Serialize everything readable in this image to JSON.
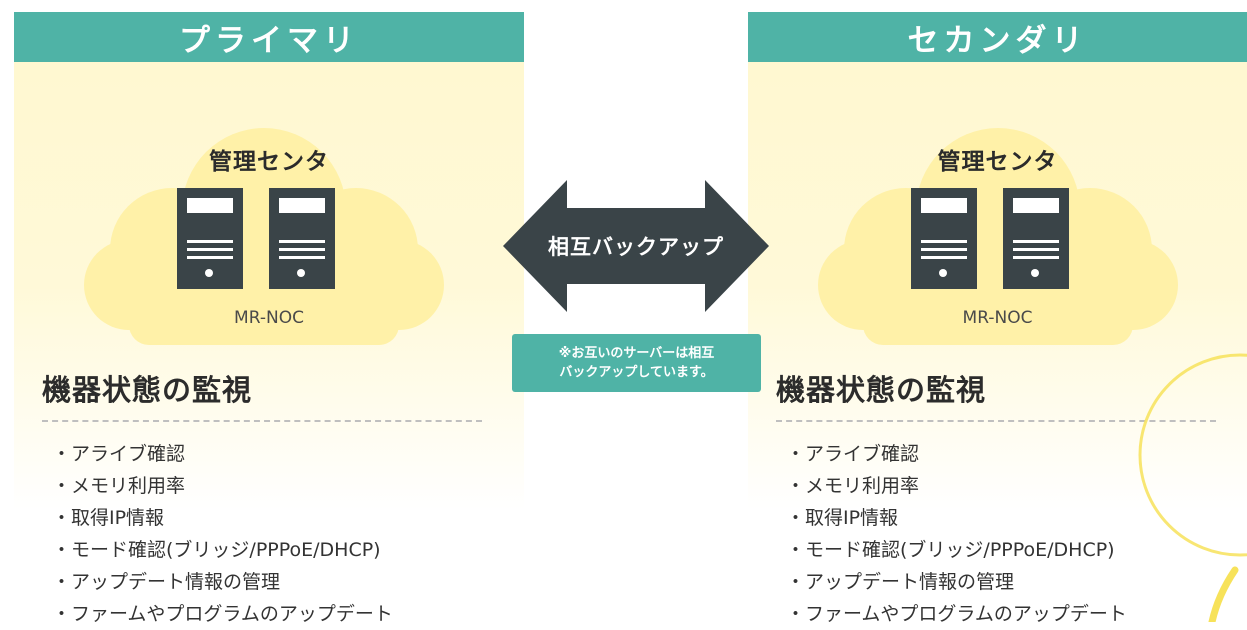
{
  "primary": {
    "header": "プライマリ",
    "center_label": "管理センタ",
    "noc_label": "MR-NOC",
    "section_title": "機器状態の監視",
    "features": [
      "・アライブ確認",
      "・メモリ利用率",
      "・取得IP情報",
      "・モード確認(ブリッジ/PPPoE/DHCP)",
      "・アップデート情報の管理",
      "・ファームやプログラムのアップデート"
    ]
  },
  "secondary": {
    "header": "セカンダリ",
    "center_label": "管理センタ",
    "noc_label": "MR-NOC",
    "section_title": "機器状態の監視",
    "features": [
      "・アライブ確認",
      "・メモリ利用率",
      "・取得IP情報",
      "・モード確認(ブリッジ/PPPoE/DHCP)",
      "・アップデート情報の管理",
      "・ファームやプログラムのアップデート"
    ]
  },
  "arrow_label": "相互バックアップ",
  "note": {
    "line1": "※お互いのサーバーは相互",
    "line2": "バックアップしています。"
  },
  "colors": {
    "teal": "#4fb3a6",
    "cloud": "#fff1a8",
    "panel_bg": "#fff8cf",
    "server": "#3a4448",
    "arrow": "#3a4448",
    "deco_ring": "#f7e25a"
  },
  "icons": [
    "cloud-icon",
    "server-icon",
    "double-arrow-icon"
  ]
}
